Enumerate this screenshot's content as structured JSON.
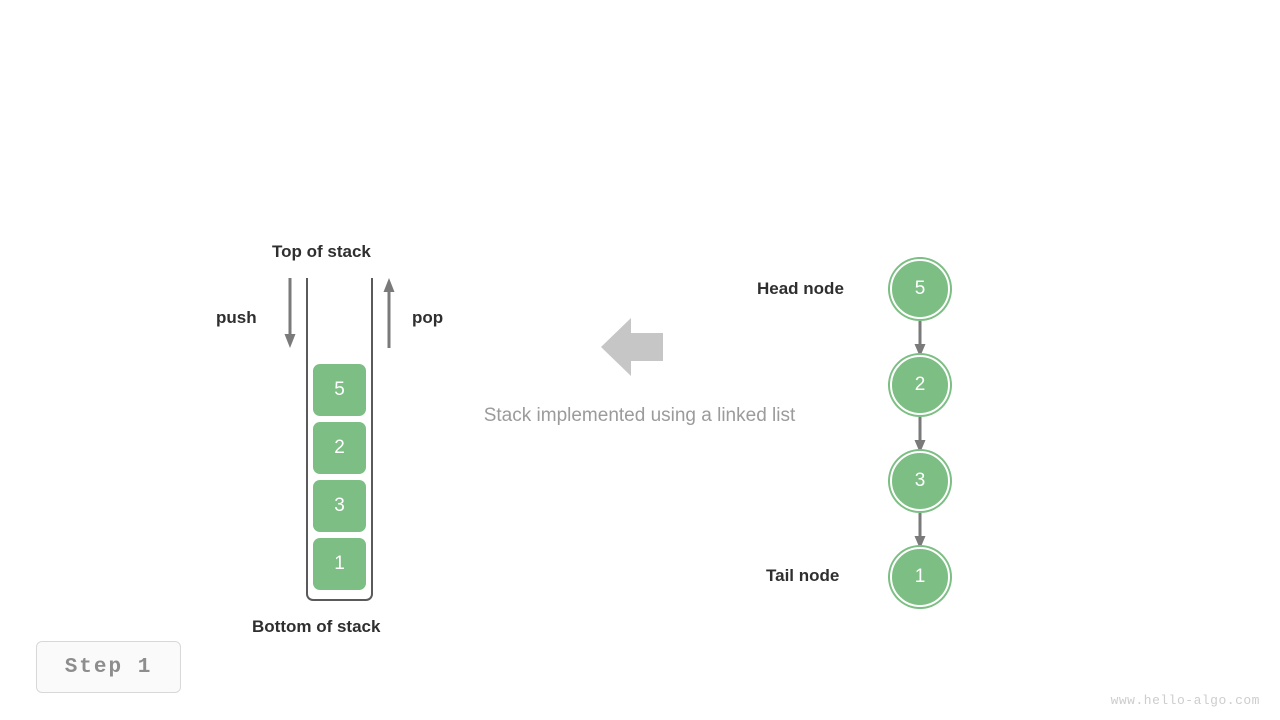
{
  "diagram": {
    "caption": "Stack implemented using a linked list",
    "step_badge": "Step  1",
    "watermark": "www.hello-algo.com",
    "colors": {
      "node_green": "#7cbe83",
      "arrow_gray": "#7a7a7a",
      "container_gray": "#5a5a5a",
      "caption_gray": "#9b9b9b",
      "big_arrow_gray": "#c6c6c6",
      "badge_text_gray": "#8d8d8d",
      "watermark_gray": "#cdcdcd",
      "label_dark": "#2f2f2f"
    }
  },
  "stack": {
    "top_label": "Top of stack",
    "bottom_label": "Bottom of stack",
    "push_label": "push",
    "pop_label": "pop",
    "items": [
      {
        "value": "5"
      },
      {
        "value": "2"
      },
      {
        "value": "3"
      },
      {
        "value": "1"
      }
    ]
  },
  "linked_list": {
    "head_label": "Head node",
    "tail_label": "Tail node",
    "nodes": [
      {
        "value": "5"
      },
      {
        "value": "2"
      },
      {
        "value": "3"
      },
      {
        "value": "1"
      }
    ]
  },
  "icons": {
    "push_arrow": "arrow-down-icon",
    "pop_arrow": "arrow-up-icon",
    "equivalence_arrow": "arrow-left-block-icon",
    "link_arrow": "arrow-down-icon"
  }
}
